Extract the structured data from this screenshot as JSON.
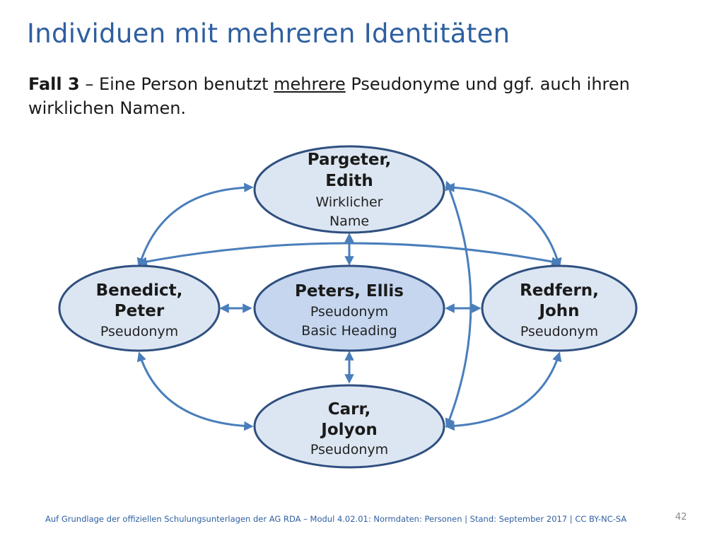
{
  "slide": {
    "title": "Individuen mit mehreren Identitäten",
    "subtitle": {
      "case_label": "Fall 3",
      "text_before": " – Eine Person benutzt ",
      "underlined": "mehrere",
      "text_after": " Pseudonyme und ggf. auch ihren wirklichen Namen."
    },
    "footer": "Auf Grundlage der offiziellen Schulungsunterlagen der AG RDA – Modul 4.02.01: Normdaten: Personen | Stand: September 2017 | CC BY-NC-SA",
    "page_number": "42"
  },
  "diagram": {
    "colors": {
      "node_fill": "#dce6f2",
      "center_fill": "#c5d6ee",
      "node_stroke": "#2f4f7f",
      "arrow": "#4a7ebb"
    },
    "nodes": {
      "pargeter": {
        "name1": "Pargeter,",
        "name2": "Edith",
        "role1": "Wirklicher",
        "role2": "Name"
      },
      "benedict": {
        "name1": "Benedict,",
        "name2": "Peter",
        "role1": "Pseudonym"
      },
      "peters": {
        "name1": "Peters, Ellis",
        "role1": "Pseudonym",
        "role2": "Basic Heading"
      },
      "redfern": {
        "name1": "Redfern,",
        "name2": "John",
        "role1": "Pseudonym"
      },
      "carr": {
        "name1": "Carr,",
        "name2": "Jolyon",
        "role1": "Pseudonym"
      }
    }
  }
}
